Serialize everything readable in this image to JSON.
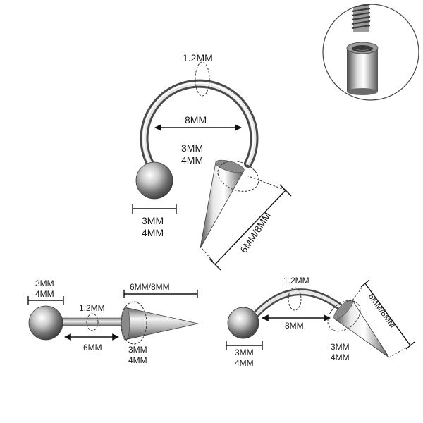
{
  "colors": {
    "background": "#ffffff",
    "metal_light": "#f4f4f4",
    "metal_dark": "#5a5a5a",
    "line": "#111111"
  },
  "inset": {
    "subject": "internally threaded post detail"
  },
  "horseshoe": {
    "wire_label": "1.2MM",
    "diameter_label": "8MM",
    "ball_label_1": "3MM",
    "ball_label_2": "4MM",
    "spike_base_label_1": "3MM",
    "spike_base_label_2": "4MM",
    "spike_length_label": "6MM/8MM"
  },
  "straight_barbell": {
    "ball_label_1": "3MM",
    "ball_label_2": "4MM",
    "wire_label": "1.2MM",
    "bar_length_label": "6MM",
    "spike_base_label_1": "3MM",
    "spike_base_label_2": "4MM",
    "spike_length_label": "6MM/8MM"
  },
  "curved_barbell": {
    "wire_label": "1.2MM",
    "bar_length_label": "8MM",
    "ball_label_1": "3MM",
    "ball_label_2": "4MM",
    "spike_base_label_1": "3MM",
    "spike_base_label_2": "4MM",
    "spike_length_label": "6MM/8MM"
  }
}
